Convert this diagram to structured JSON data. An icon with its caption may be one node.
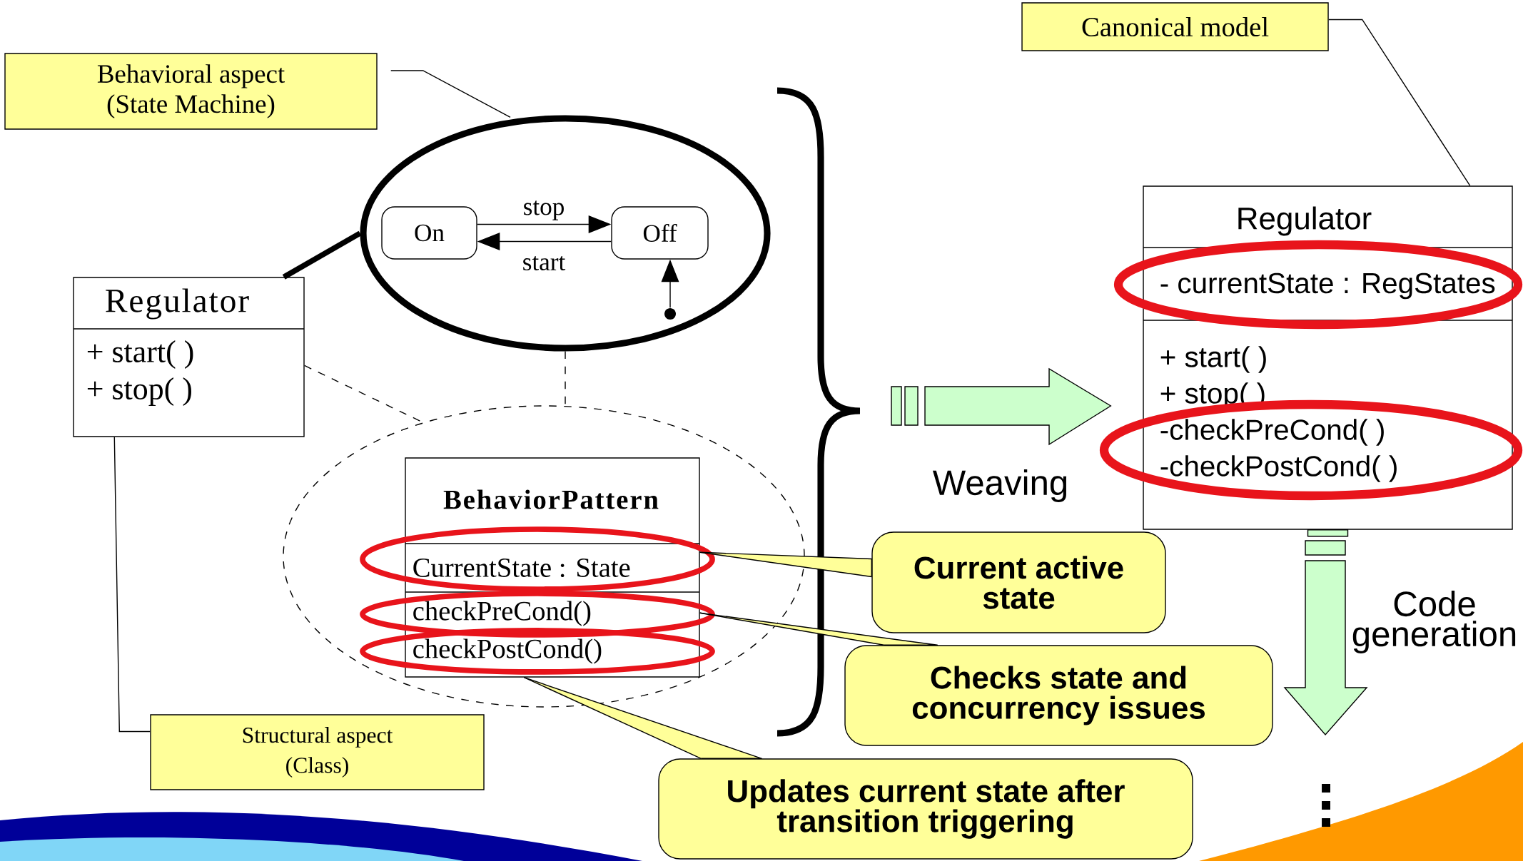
{
  "diagram": {
    "nodes": [
      {
        "text": [
          "Behavioral aspect (State Machine)"
        ]
      },
      {
        "text": [
          "Canonical model"
        ]
      },
      {
        "text": [],
        "shape": "ellipse"
      },
      {
        "text": [
          "On"
        ],
        "in": 2
      },
      {
        "text": [
          "Off"
        ],
        "in": 2
      },
      {
        "text": [],
        "shape": "circle",
        "in": 2
      },
      {
        "text": [
          "Regulator",
          "+ start( )",
          "+ stop( )"
        ]
      },
      {
        "text": [
          "Regulator",
          "- currentState : RegStates",
          "+ start( )",
          "+ stop( )",
          "-checkPreCond( )",
          "-checkPostCond( )"
        ]
      },
      {
        "text": [],
        "shape": "ellipse"
      },
      {
        "text": [
          "BehaviorPattern",
          "CurrentState : State",
          "checkPreCond()",
          "checkPostCond()"
        ],
        "in": 8
      },
      {
        "text": [
          "Current active state"
        ]
      },
      {
        "text": [
          "Checks state and concurrency issues"
        ]
      },
      {
        "text": [
          "Structural aspect (Class)"
        ]
      },
      {
        "text": [
          "Updates current state after transition triggering"
        ]
      }
    ],
    "edges": [
      {
        "from": 0,
        "to": 2,
        "arrow": "none"
      },
      {
        "from": 1,
        "to": 7,
        "arrow": "none"
      },
      {
        "from": 3,
        "to": 4,
        "arrow": "to",
        "label": "stop"
      },
      {
        "from": 4,
        "to": 3,
        "arrow": "to",
        "label": "start"
      },
      {
        "from": 5,
        "to": 4,
        "arrow": "to"
      },
      {
        "from": 6,
        "to": 2,
        "arrow": "none",
        "style": "thick"
      },
      {
        "from": 6,
        "to": 8,
        "arrow": "none",
        "style": "dashed"
      },
      {
        "from": 2,
        "to": 8,
        "arrow": "none",
        "style": "dashed"
      },
      {
        "from": 6,
        "to": 12,
        "arrow": "none"
      },
      {
        "from": 10,
        "to": 9,
        "arrow": "none"
      },
      {
        "from": 11,
        "to": 9,
        "arrow": "none"
      },
      {
        "from": 13,
        "to": 9,
        "arrow": "none"
      },
      {
        "from": null,
        "to": 7,
        "arrow": "to",
        "label": "Weaving"
      },
      {
        "from": 7,
        "to": null,
        "arrow": "to",
        "label": "Code generation"
      }
    ]
  }
}
